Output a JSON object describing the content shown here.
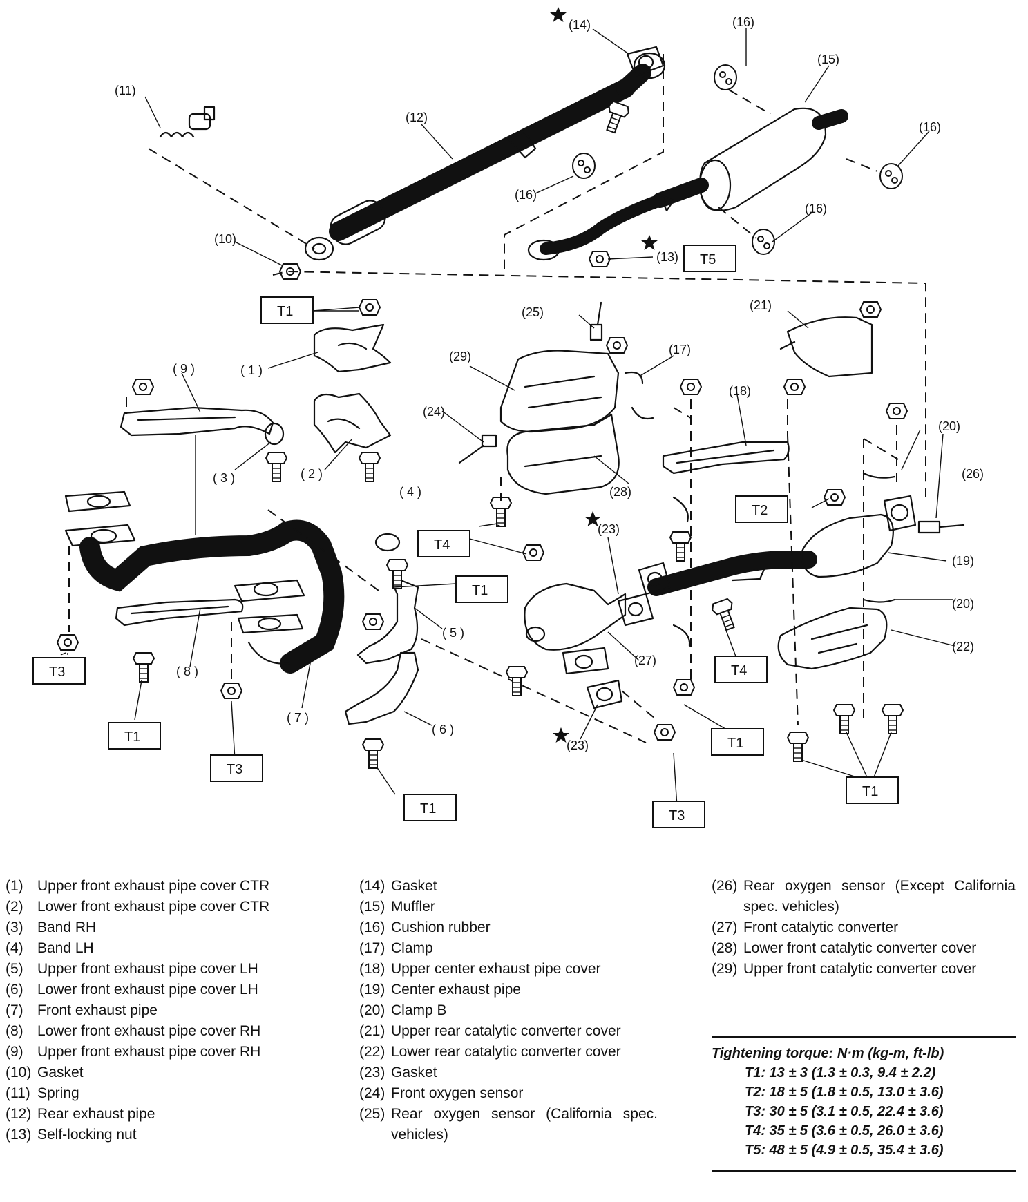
{
  "callouts": {
    "c1": "( 1 )",
    "c2": "( 2 )",
    "c3": "( 3 )",
    "c4": "( 4 )",
    "c5": "( 5 )",
    "c6": "( 6 )",
    "c7": "( 7 )",
    "c8": "( 8 )",
    "c9": "( 9 )",
    "c10": "(10)",
    "c11": "(11)",
    "c12": "(12)",
    "c13": "(13)",
    "c14": "(14)",
    "c15": "(15)",
    "c16": "(16)",
    "c17": "(17)",
    "c18": "(18)",
    "c19": "(19)",
    "c20": "(20)",
    "c21": "(21)",
    "c22": "(22)",
    "c23": "(23)",
    "c24": "(24)",
    "c25": "(25)",
    "c26": "(26)",
    "c27": "(27)",
    "c28": "(28)",
    "c29": "(29)"
  },
  "torque_tags": {
    "t1": "T1",
    "t2": "T2",
    "t3": "T3",
    "t4": "T4",
    "t5": "T5"
  },
  "legend": [
    {
      "num": "(1)",
      "text": "Upper front exhaust pipe cover CTR"
    },
    {
      "num": "(2)",
      "text": "Lower front exhaust pipe cover CTR"
    },
    {
      "num": "(3)",
      "text": "Band RH"
    },
    {
      "num": "(4)",
      "text": "Band LH"
    },
    {
      "num": "(5)",
      "text": "Upper front exhaust pipe cover LH"
    },
    {
      "num": "(6)",
      "text": "Lower front exhaust pipe cover LH"
    },
    {
      "num": "(7)",
      "text": "Front exhaust pipe"
    },
    {
      "num": "(8)",
      "text": "Lower front exhaust pipe cover RH"
    },
    {
      "num": "(9)",
      "text": "Upper front exhaust pipe cover RH"
    },
    {
      "num": "(10)",
      "text": "Gasket"
    },
    {
      "num": "(11)",
      "text": "Spring"
    },
    {
      "num": "(12)",
      "text": "Rear exhaust pipe"
    },
    {
      "num": "(13)",
      "text": "Self-locking nut"
    },
    {
      "num": "(14)",
      "text": "Gasket"
    },
    {
      "num": "(15)",
      "text": "Muffler"
    },
    {
      "num": "(16)",
      "text": "Cushion rubber"
    },
    {
      "num": "(17)",
      "text": "Clamp"
    },
    {
      "num": "(18)",
      "text": "Upper center exhaust pipe cover"
    },
    {
      "num": "(19)",
      "text": "Center exhaust pipe"
    },
    {
      "num": "(20)",
      "text": "Clamp B"
    },
    {
      "num": "(21)",
      "text": "Upper rear catalytic converter cover"
    },
    {
      "num": "(22)",
      "text": "Lower rear catalytic converter cover"
    },
    {
      "num": "(23)",
      "text": "Gasket"
    },
    {
      "num": "(24)",
      "text": "Front oxygen sensor"
    },
    {
      "num": "(25)",
      "text": "Rear oxygen sensor (California spec. vehicles)"
    },
    {
      "num": "(26)",
      "text": "Rear oxygen sensor (Except California spec. vehicles)"
    },
    {
      "num": "(27)",
      "text": "Front catalytic converter"
    },
    {
      "num": "(28)",
      "text": "Lower front catalytic converter cover"
    },
    {
      "num": "(29)",
      "text": "Upper front catalytic converter cover"
    }
  ],
  "torque": {
    "heading": "Tightening torque: N·m (kg-m, ft-lb)",
    "rows": [
      "T1: 13 ± 3 (1.3 ± 0.3, 9.4 ± 2.2)",
      "T2: 18 ± 5 (1.8 ± 0.5, 13.0 ± 3.6)",
      "T3: 30 ± 5 (3.1 ± 0.5, 22.4 ± 3.6)",
      "T4: 35 ± 5 (3.6 ± 0.5, 26.0 ± 3.6)",
      "T5: 48 ± 5 (4.9 ± 0.5, 35.4 ± 3.6)"
    ]
  }
}
